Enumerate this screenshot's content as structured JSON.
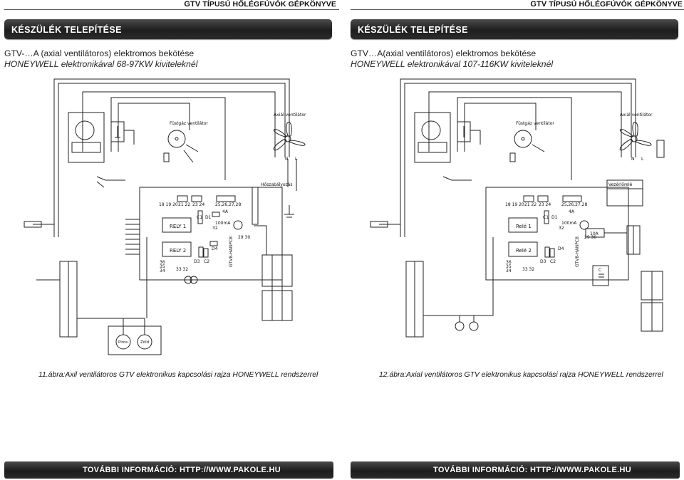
{
  "left": {
    "running_head_brand": "GTV",
    "running_head_rest": "TÍPUSÚ HŐLÉGFÚVÓK GÉPKÖNYVE",
    "section_title": "KÉSZÜLÉK TELEPÍTÉSE",
    "subtitle_line1": "GTV-…A (axial ventilátoros) elektromos bekötése",
    "subtitle_line2": "HONEYWELL elektronikával 68-97KW kiviteleknél",
    "caption": "11.ábra:Axil ventilátoros GTV elektronikus kapcsolási rajza HONEYWELL rendszerrel",
    "footer": "TOVÁBBI INFORMÁCIÓ: HTTP://WWW.PAKOLE.HU",
    "diagram": {
      "fan_label": "Axiál ventilátor",
      "gas_valve_label": "Füstgáz ventilátor",
      "term_label": "Hőszabályozás",
      "relay1": "RELY 1",
      "relay2": "RELY 2",
      "board": "GTV8-HANPC8",
      "fuse": "4A",
      "cap": "100mA",
      "term_top": "18 19 20",
      "term_21": "21 22",
      "term_23": "23 24",
      "term_25": "25,26,27,28",
      "c1": "C1",
      "d1": "D1",
      "r32": "32",
      "d3": "D3",
      "d4": "D4",
      "c2": "C2",
      "t3332": "33 32",
      "t36": "36",
      "t35": "35",
      "t34": "34",
      "t2930": "29 30",
      "piros": "Piros",
      "zold": "Zöld",
      "n": "N",
      "l": "L"
    }
  },
  "right": {
    "running_head_brand": "GTV",
    "running_head_rest": "TÍPUSÚ HŐLÉGFÚVÓK GÉPKÖNYVE",
    "section_title": "KÉSZÜLÉK TELEPÍTÉSE",
    "subtitle_line1": "GTV…A(axial ventilátoros) elektromos bekötése",
    "subtitle_line2": "HONEYWELL elektronikával 107-116KW kiviteleknél",
    "caption": "12.ábra:Axial ventilátoros GTV elektronikus kapcsolási rajza HONEYWELL rendszerrel",
    "footer": "TOVÁBBI INFORMÁCIÓ: HTTP://WWW.PAKOLE.HU",
    "diagram": {
      "fan_label": "Axiál ventilátor",
      "gas_valve_label": "Füstgáz ventilátor",
      "term_label": "Vezérlőrelé",
      "relay1": "Relé 1",
      "relay2": "Relé 2",
      "board": "GTV8-HANPC8",
      "fuse": "4A",
      "cap": "100mA",
      "term_top": "18 19 20",
      "term_21": "21 22",
      "term_23": "23 24",
      "term_25": "25,26,27,28",
      "c1": "C1",
      "d1": "D1",
      "r32": "32",
      "d3": "D3",
      "d4": "D4",
      "c2": "C2",
      "t3332": "33 32",
      "t36": "36",
      "t35": "35",
      "t34": "34",
      "t2930": "29 30",
      "fuse10": "10A",
      "cbox": "C",
      "n": "N",
      "l": "L"
    }
  }
}
